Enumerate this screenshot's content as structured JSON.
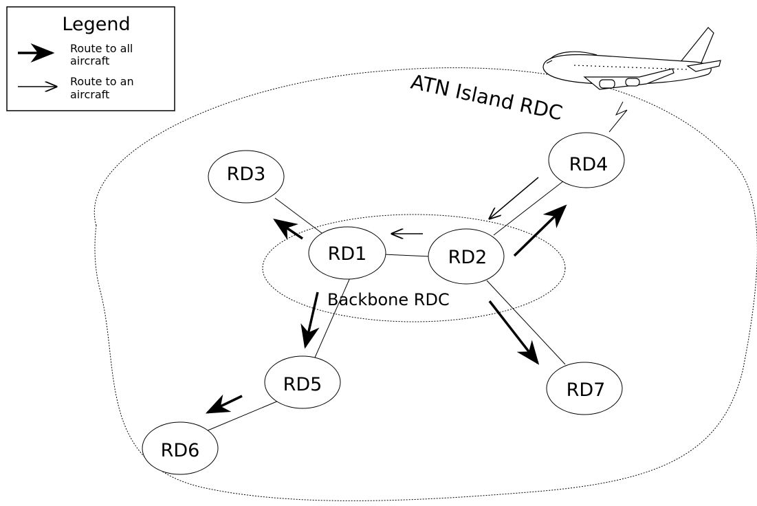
{
  "legend": {
    "title": "Legend",
    "items": [
      {
        "line1": "Route to all",
        "line2": "aircraft",
        "style": "bold"
      },
      {
        "line1": "Route to an",
        "line2": "aircraft",
        "style": "thin"
      }
    ]
  },
  "regions": {
    "island_label": "ATN Island RDC",
    "backbone_label": "Backbone RDC"
  },
  "nodes": {
    "rd1": "RD1",
    "rd2": "RD2",
    "rd3": "RD3",
    "rd4": "RD4",
    "rd5": "RD5",
    "rd6": "RD6",
    "rd7": "RD7"
  },
  "icons": {
    "aircraft": "airliner-icon",
    "radio_link": "lightning-link-icon"
  },
  "colors": {
    "stroke": "#000000",
    "background": "#ffffff"
  }
}
